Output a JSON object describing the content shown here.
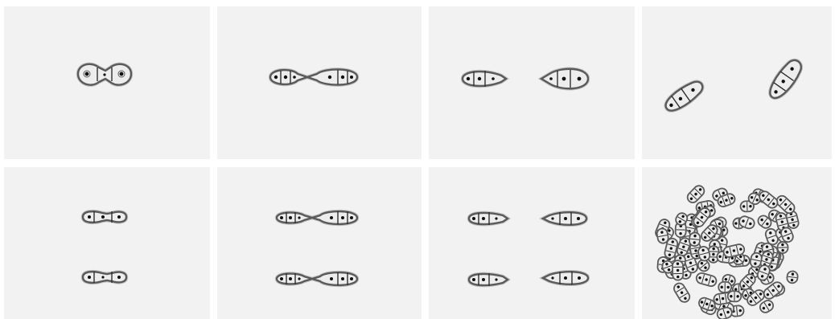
{
  "figure": {
    "panels": [
      {
        "id": "row1-col1",
        "stage": "dumbbell-pair"
      },
      {
        "id": "row1-col2",
        "stage": "elongating-pinched-chains"
      },
      {
        "id": "row1-col3",
        "stage": "separated-chains"
      },
      {
        "id": "row1-col4",
        "stage": "tilted-separated-chains"
      },
      {
        "id": "row2-col1",
        "stage": "two-small-dumbbells"
      },
      {
        "id": "row2-col2",
        "stage": "two-pinched-chains"
      },
      {
        "id": "row2-col3",
        "stage": "four-separated-chains"
      },
      {
        "id": "row2-col4",
        "stage": "dense-colony"
      }
    ],
    "colors": {
      "background": "#ffffff",
      "panel": "#f2f2f3",
      "membrane": "#5a5a5a",
      "cell_fill": "#ededee",
      "nucleus": "#111111"
    }
  }
}
